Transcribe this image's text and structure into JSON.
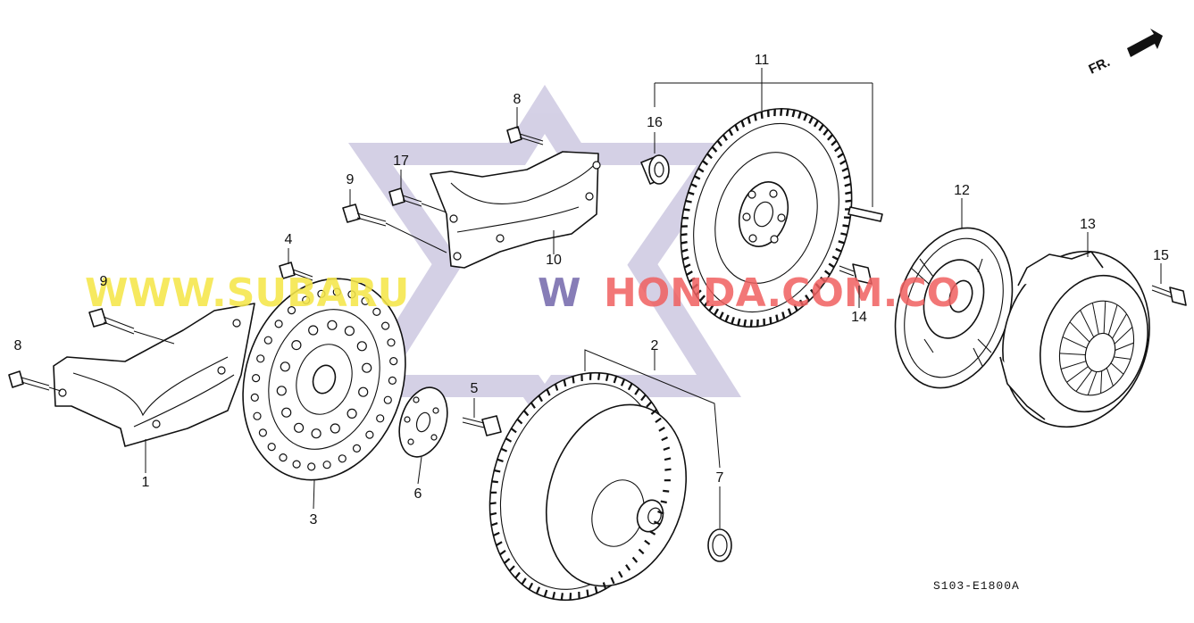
{
  "diagram": {
    "figure_code": "S103-E1800A",
    "direction_label": "FR.",
    "watermark": {
      "part1": "WWW.SUBARU",
      "part2": "W",
      "part3": "HONDA.COM.CO"
    },
    "callouts": [
      "1",
      "2",
      "3",
      "4",
      "5",
      "6",
      "7",
      "8",
      "8",
      "9",
      "9",
      "10",
      "11",
      "12",
      "13",
      "14",
      "15",
      "16",
      "17"
    ],
    "colors": {
      "line": "#111111",
      "watermark_yellow": "#f5e64a",
      "watermark_red": "#f06060",
      "watermark_star": "#7b6fb0"
    }
  }
}
